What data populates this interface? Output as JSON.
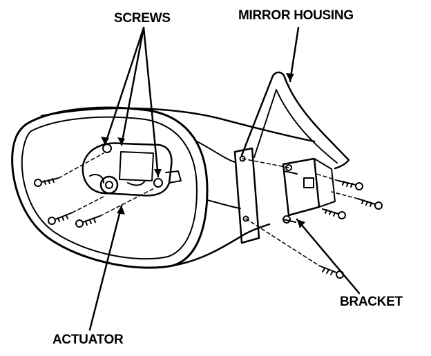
{
  "labels": {
    "screws": "SCREWS",
    "mirror_housing": "MIRROR HOUSING",
    "bracket": "BRACKET",
    "actuator": "ACTUATOR"
  },
  "colors": {
    "ink": "#000000",
    "paper": "#ffffff"
  }
}
